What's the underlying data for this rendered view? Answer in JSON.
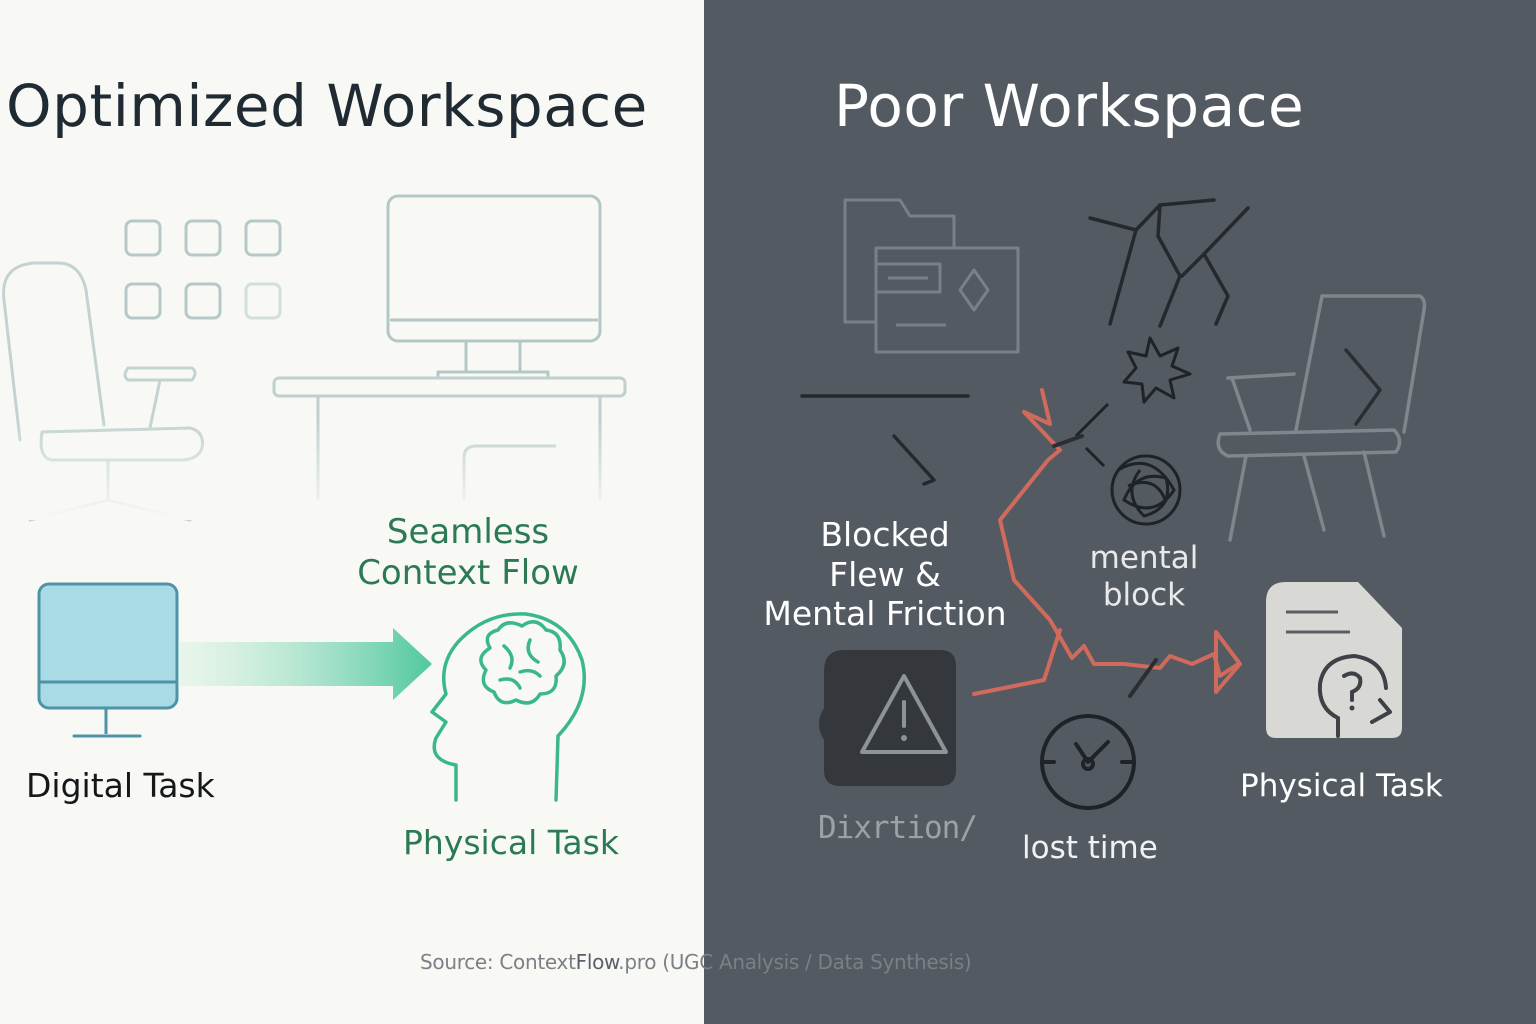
{
  "left": {
    "title": "Optimized Workspace",
    "flow_label_line1": "Seamless",
    "flow_label_line2": "Context Flow",
    "digital_task": "Digital Task",
    "physical_task": "Physical Task"
  },
  "right": {
    "title": "Poor Workspace",
    "blocked_line1": "Blocked",
    "blocked_line2": "Flew &",
    "blocked_line3": "Mental Friction",
    "mental_line1": "mental",
    "mental_line2": "block",
    "distortion": "Dixrtion/",
    "lost_time": "lost time",
    "physical_task": "Physical Task"
  },
  "source": {
    "prefix": "Source: Context",
    "brand": "Flow",
    "suffix": ".pro (UGC Analysis / Data Synthesis)"
  },
  "colors": {
    "left_bg": "#f8f9f4",
    "right_bg": "#545a61",
    "teal_line": "#b9cccc",
    "green_text": "#2b7a54",
    "flow_arrow": "#52c9a0",
    "brain_green": "#3ab88b",
    "friction_red": "#d06a5c",
    "monitor_fill": "#a8dbe6"
  },
  "icons": [
    "app-grid-icon",
    "office-chair-icon",
    "monitor-icon",
    "desk-icon",
    "computer-icon",
    "flow-arrow-icon",
    "brain-head-icon",
    "documents-icon",
    "cracked-glass-icon",
    "chair-icon",
    "burst-icon",
    "tangle-icon",
    "warning-icon",
    "clock-icon",
    "document-question-icon",
    "jagged-arrow-icon"
  ]
}
